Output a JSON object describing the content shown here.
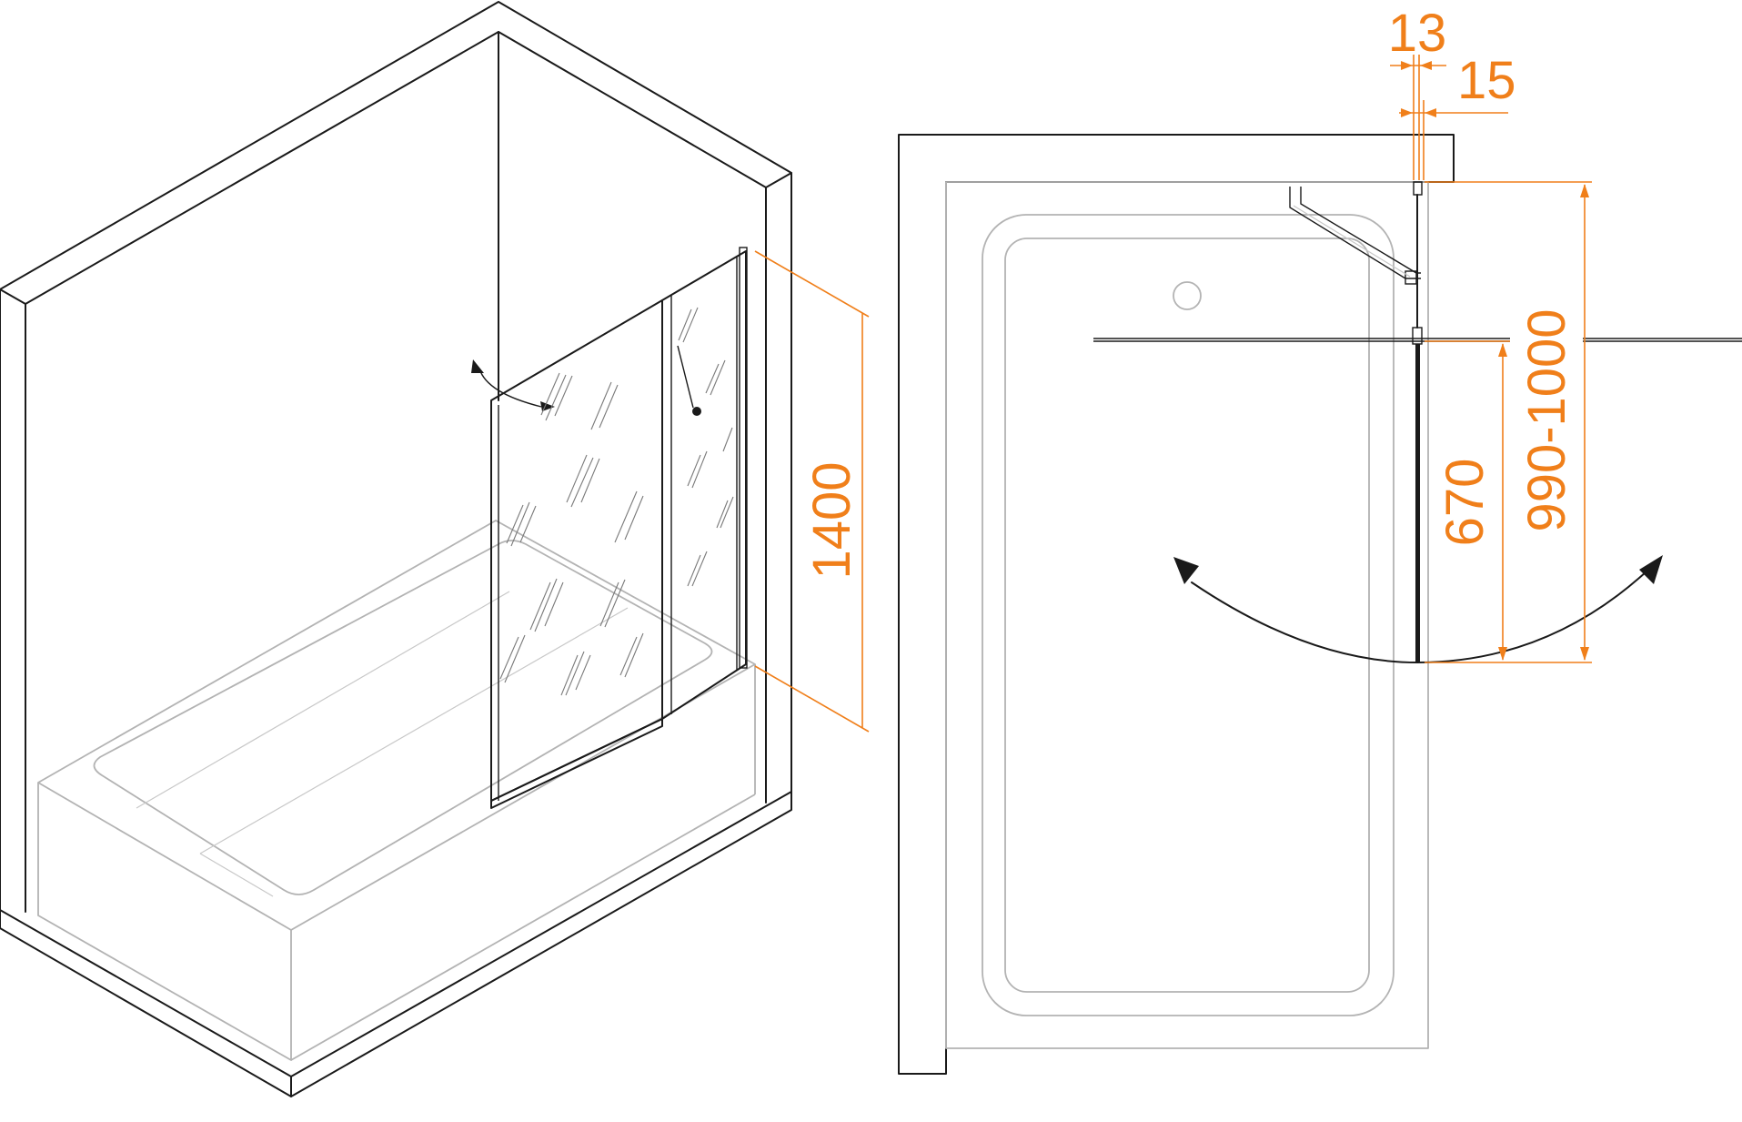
{
  "dimensions": {
    "height_label": "1400",
    "gap_label_1": "13",
    "gap_label_2": "15",
    "panel_width_label": "670",
    "total_width_label": "990-1000"
  },
  "colors": {
    "dimension": "#f07f1a",
    "outline": "#1a1a1a",
    "fixture": "#b3b3b3"
  }
}
